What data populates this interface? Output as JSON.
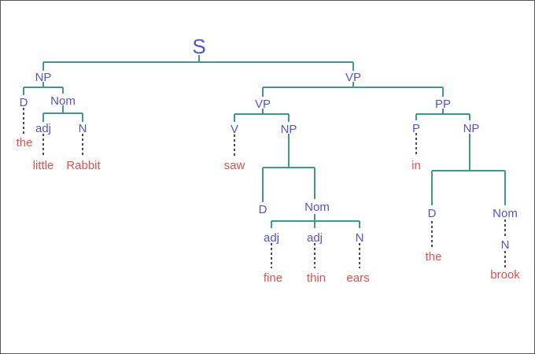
{
  "diagram": {
    "colors": {
      "category": "#5553c8",
      "word": "#e0504e",
      "edge": "#3c9a86",
      "leaf_link": "#111111"
    },
    "nodes": {
      "s": "S",
      "np1": "NP",
      "vp": "VP",
      "d1": "D",
      "nom1": "Nom",
      "adj1": "adj",
      "n1": "N",
      "vp2": "VP",
      "pp": "PP",
      "v": "V",
      "np2": "NP",
      "d2": "D",
      "nom2": "Nom",
      "adj2": "adj",
      "adj3": "adj",
      "n2": "N",
      "p": "P",
      "np3": "NP",
      "d3": "D",
      "nom3": "Nom",
      "n3": "N"
    },
    "words": {
      "the1": "the",
      "little": "little",
      "rabbit": "Rabbit",
      "saw": "saw",
      "fine": "fine",
      "thin": "thin",
      "ears": "ears",
      "in": "in",
      "the2": "the",
      "brook": "brook"
    }
  }
}
